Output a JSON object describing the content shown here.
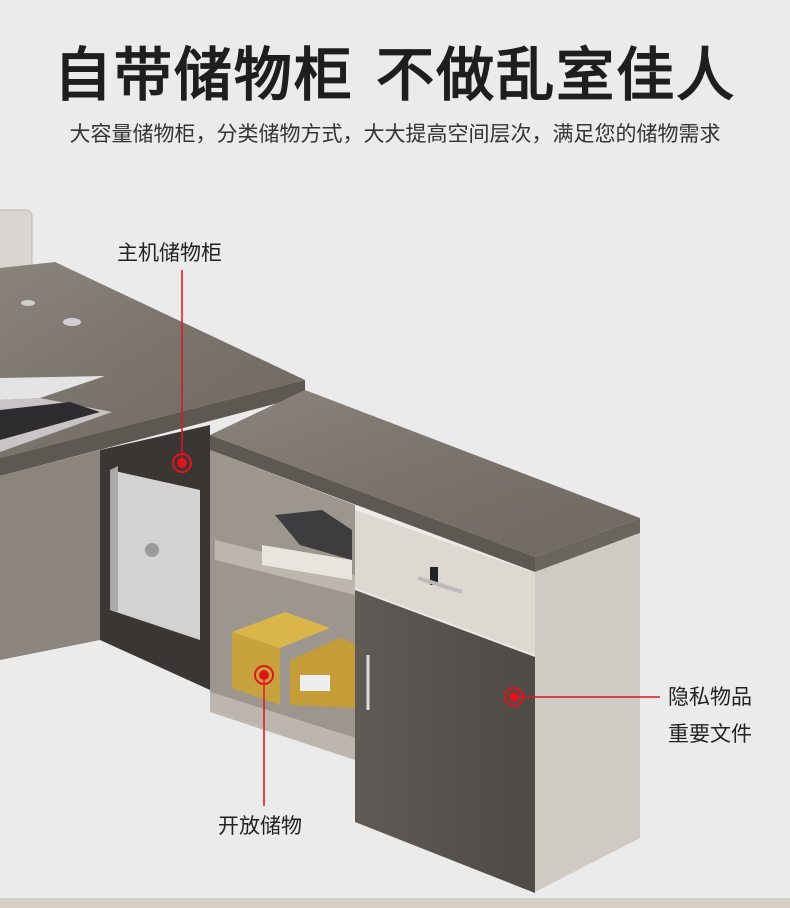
{
  "header": {
    "title": "自带储物柜 不做乱室佳人",
    "subtitle": "大容量储物柜，分类储物方式，大大提高空间层次，满足您的储物需求"
  },
  "callouts": [
    {
      "label": "主机储物柜"
    },
    {
      "label": "开放储物"
    },
    {
      "lines": [
        "隐私物品",
        "重要文件"
      ]
    }
  ],
  "colors": {
    "background": "#ebebeb",
    "wood": "#7d766f",
    "cabinet_side": "#cfcac4",
    "drawer": "#ddd8d0",
    "marker": "#e0141c"
  }
}
